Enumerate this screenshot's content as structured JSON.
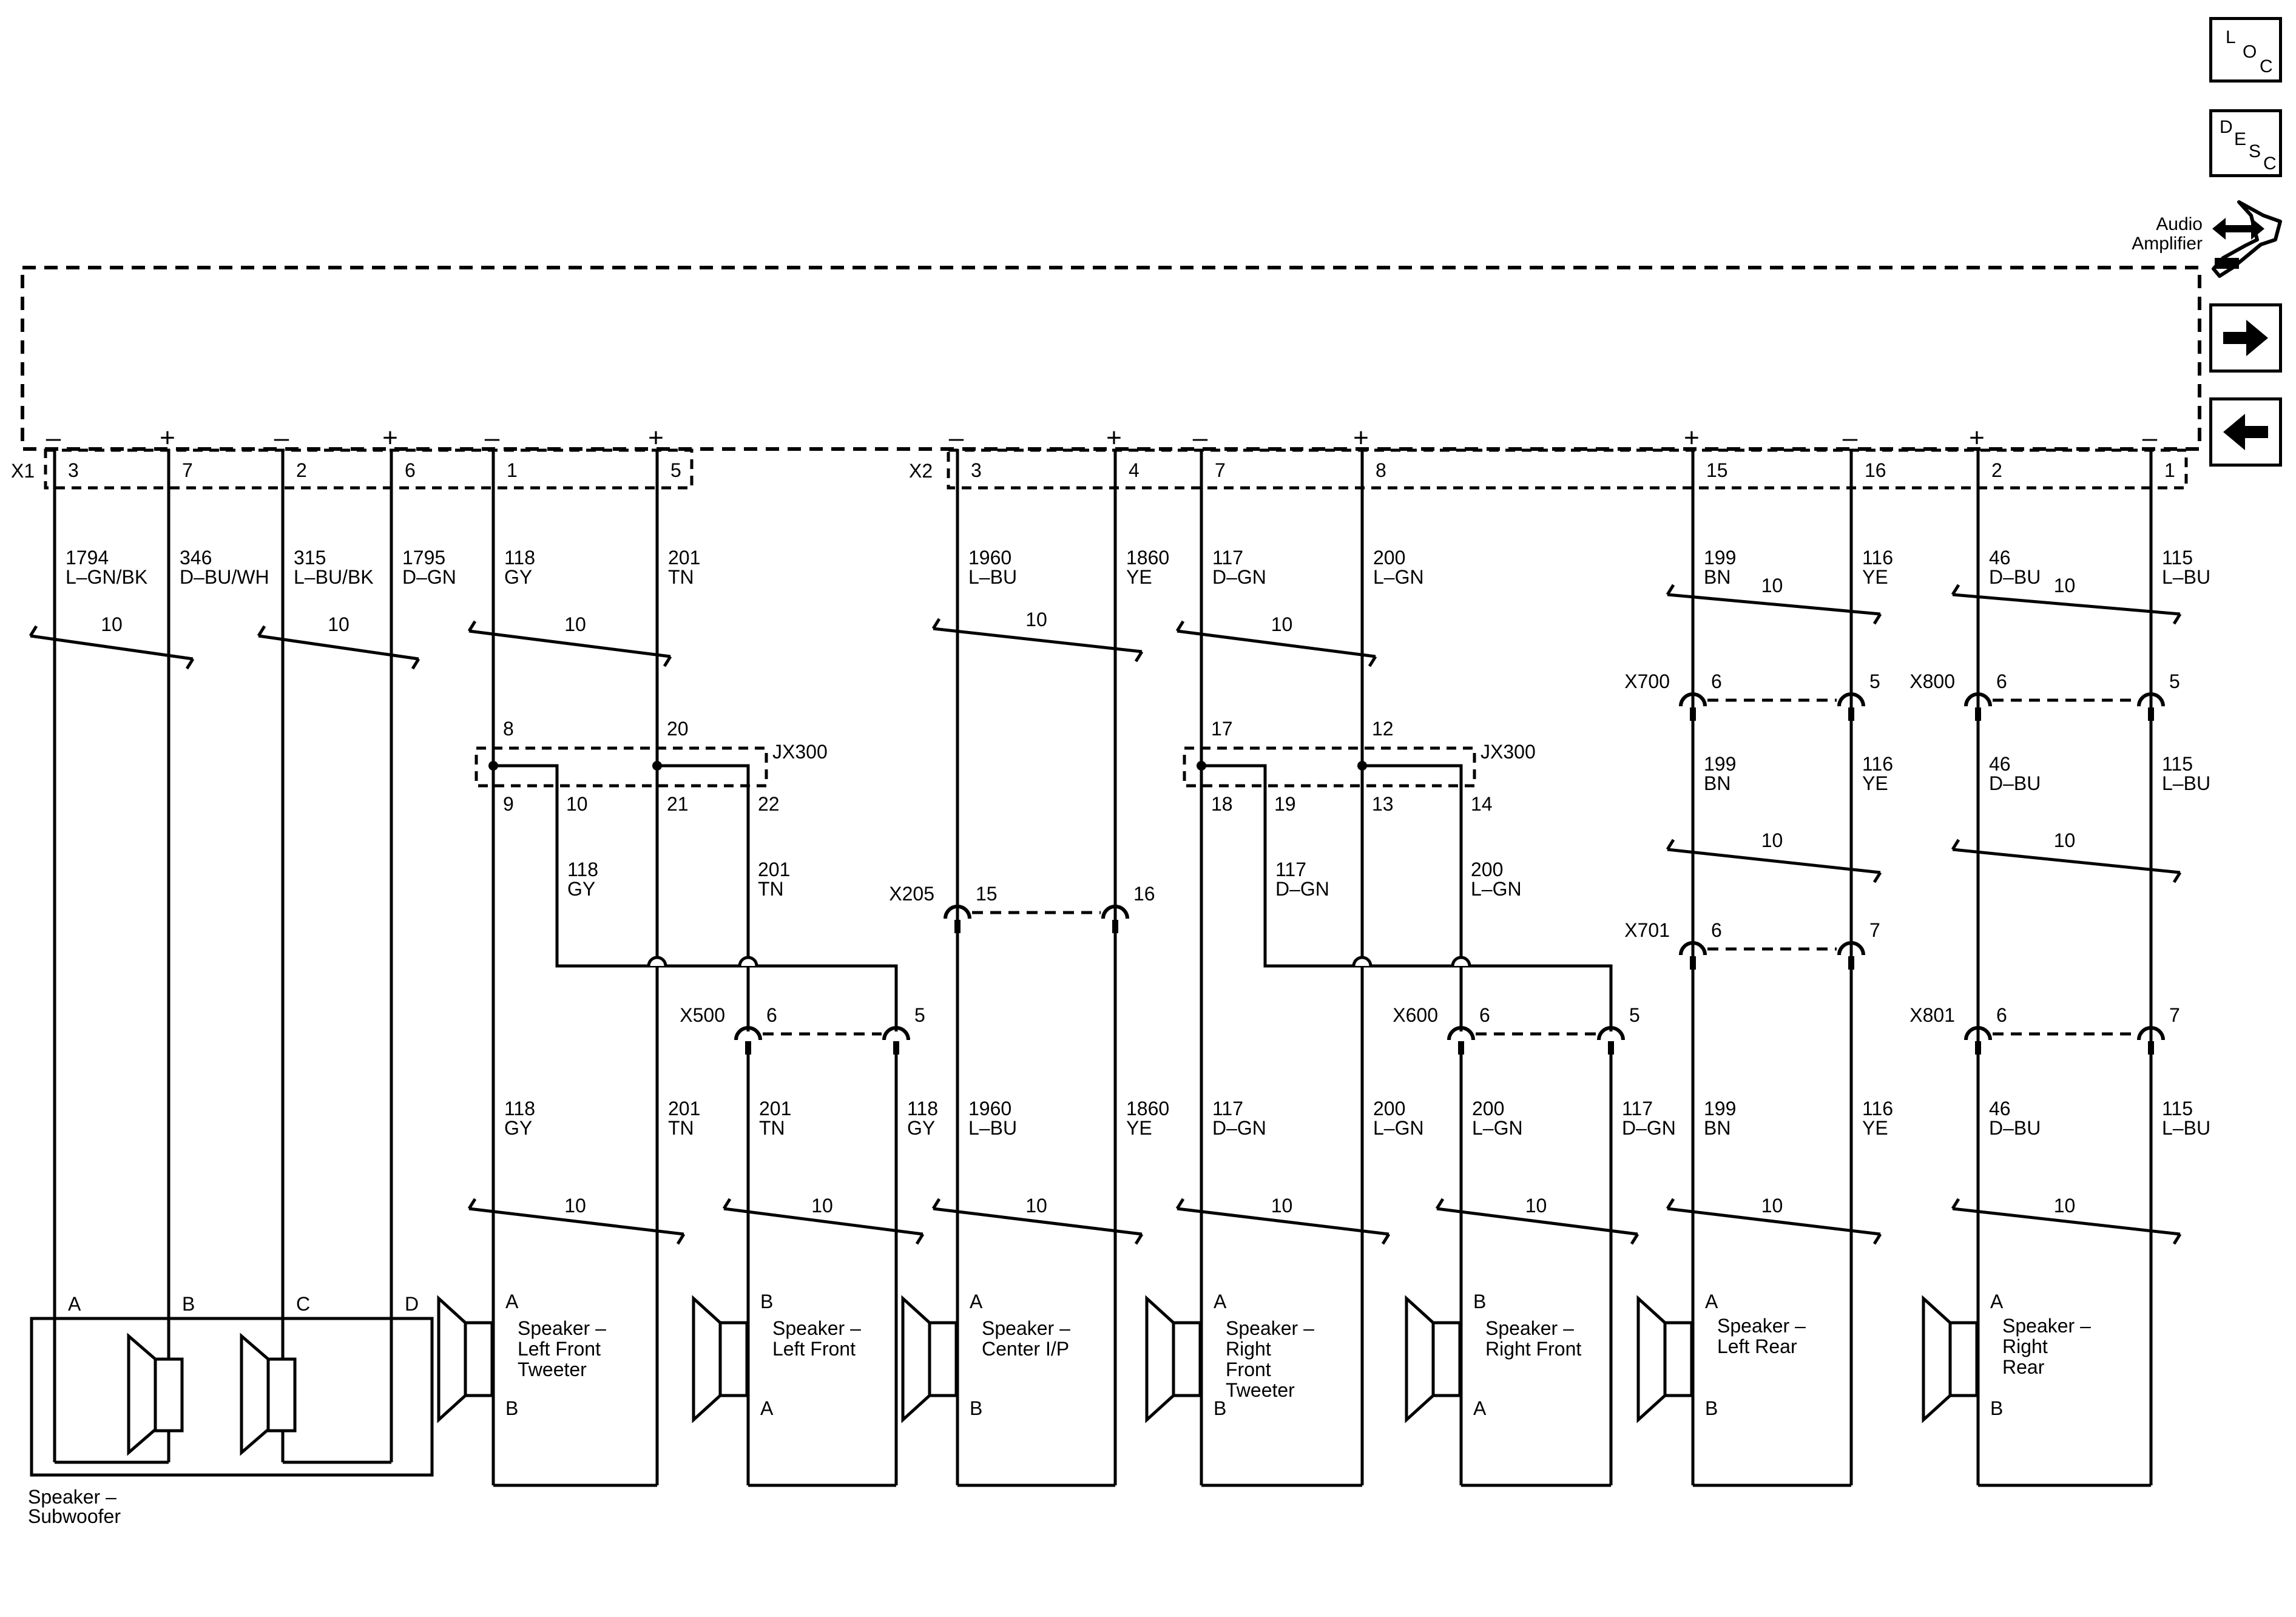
{
  "nav": {
    "loc": [
      "L",
      "O",
      "C"
    ],
    "desc": [
      "D",
      "E",
      "S",
      "C"
    ],
    "amp_label": [
      "Audio",
      "Amplifier"
    ],
    "wrench_icon": "wrench-arrow-icon",
    "next_icon": "arrow-right-icon",
    "prev_icon": "arrow-left-icon"
  },
  "connectors": {
    "x1": "X1",
    "x2": "X2"
  },
  "polarity": [
    "–",
    "+",
    "–",
    "+",
    "–",
    "+",
    "–",
    "+",
    "–",
    "+",
    "+",
    "–",
    "+",
    "–"
  ],
  "pins_top": [
    "3",
    "7",
    "2",
    "6",
    "1",
    "5",
    "3",
    "4",
    "7",
    "8",
    "15",
    "16",
    "2",
    "1"
  ],
  "wires_top": [
    [
      "1794",
      "L–GN/BK"
    ],
    [
      "346",
      "D–BU/WH"
    ],
    [
      "315",
      "L–BU/BK"
    ],
    [
      "1795",
      "D–GN"
    ],
    [
      "118",
      "GY"
    ],
    [
      "201",
      "TN"
    ],
    [
      "1960",
      "L–BU"
    ],
    [
      "1860",
      "YE"
    ],
    [
      "117",
      "D–GN"
    ],
    [
      "200",
      "L–GN"
    ],
    [
      "199",
      "BN"
    ],
    [
      "116",
      "YE"
    ],
    [
      "46",
      "D–BU"
    ],
    [
      "115",
      "L–BU"
    ]
  ],
  "twist": "10",
  "splices": {
    "left": {
      "label": "JX300",
      "pins": [
        "8",
        "20",
        "9",
        "10",
        "21",
        "22"
      ]
    },
    "right": {
      "label": "JX300",
      "pins": [
        "17",
        "12",
        "18",
        "19",
        "13",
        "14"
      ]
    }
  },
  "mid_wires": [
    [
      "118",
      "GY"
    ],
    [
      "201",
      "TN"
    ],
    [
      "117",
      "D–GN"
    ],
    [
      "200",
      "L–GN"
    ],
    [
      "199",
      "BN"
    ],
    [
      "116",
      "YE"
    ],
    [
      "46",
      "D–BU"
    ],
    [
      "115",
      "L–BU"
    ]
  ],
  "inline_connectors": [
    {
      "name": "X205",
      "pins": [
        "15",
        "16"
      ]
    },
    {
      "name": "X500",
      "pins": [
        "6",
        "5"
      ]
    },
    {
      "name": "X600",
      "pins": [
        "6",
        "5"
      ]
    },
    {
      "name": "X700",
      "pins": [
        "6",
        "5"
      ]
    },
    {
      "name": "X701",
      "pins": [
        "6",
        "7"
      ]
    },
    {
      "name": "X800",
      "pins": [
        "6",
        "5"
      ]
    },
    {
      "name": "X801",
      "pins": [
        "6",
        "7"
      ]
    }
  ],
  "wires_bottom": [
    [
      "118",
      "GY"
    ],
    [
      "201",
      "TN"
    ],
    [
      "201",
      "TN"
    ],
    [
      "118",
      "GY"
    ],
    [
      "1960",
      "L–BU"
    ],
    [
      "1860",
      "YE"
    ],
    [
      "117",
      "D–GN"
    ],
    [
      "200",
      "L–GN"
    ],
    [
      "200",
      "L–GN"
    ],
    [
      "117",
      "D–GN"
    ],
    [
      "199",
      "BN"
    ],
    [
      "116",
      "YE"
    ],
    [
      "46",
      "D–BU"
    ],
    [
      "115",
      "L–BU"
    ]
  ],
  "speakers": [
    {
      "name": [
        "Speaker –",
        "Left Front",
        "Tweeter"
      ],
      "pins": [
        "A",
        "B"
      ]
    },
    {
      "name": [
        "Speaker –",
        "Left Front"
      ],
      "pins": [
        "B",
        "A"
      ]
    },
    {
      "name": [
        "Speaker –",
        "Center I/P"
      ],
      "pins": [
        "A",
        "B"
      ]
    },
    {
      "name": [
        "Speaker –",
        "Right",
        "Front",
        "Tweeter"
      ],
      "pins": [
        "A",
        "B"
      ]
    },
    {
      "name": [
        "Speaker –",
        "Right Front"
      ],
      "pins": [
        "B",
        "A"
      ]
    },
    {
      "name": [
        "Speaker –",
        "Left Rear"
      ],
      "pins": [
        "A",
        "B"
      ]
    },
    {
      "name": [
        "Speaker –",
        "Right",
        "Rear"
      ],
      "pins": [
        "A",
        "B"
      ]
    }
  ],
  "subwoofer": {
    "name": [
      "Speaker –",
      "Subwoofer"
    ],
    "pins": [
      "A",
      "B",
      "C",
      "D"
    ]
  }
}
